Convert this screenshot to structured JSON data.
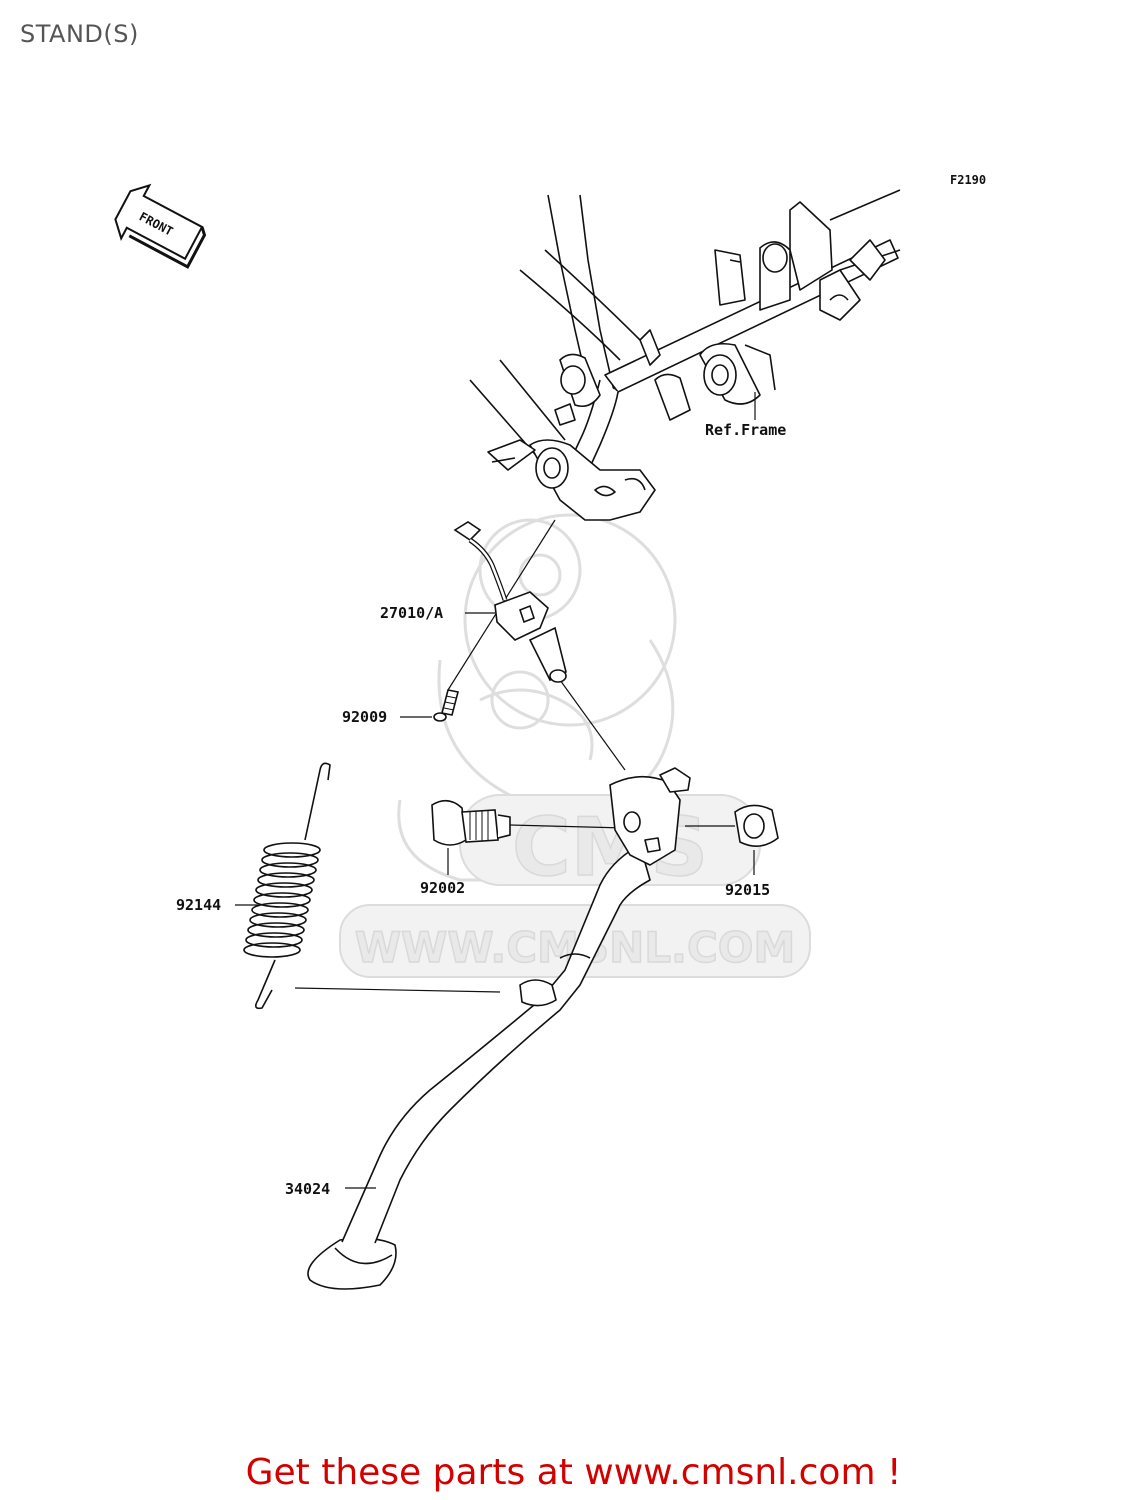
{
  "page": {
    "title": "STAND(S)"
  },
  "diagram": {
    "figure_code": "F2190",
    "front_marker": "FRONT",
    "ref_label": "Ref.Frame",
    "watermark": {
      "brand": "CMS",
      "site": "WWW.CMSNL.COM"
    },
    "parts": [
      {
        "number": "27010/A"
      },
      {
        "number": "92009"
      },
      {
        "number": "92002"
      },
      {
        "number": "92015"
      },
      {
        "number": "92144"
      },
      {
        "number": "34024"
      }
    ]
  },
  "footer": {
    "cta": "Get these parts at www.cmsnl.com !"
  },
  "colors": {
    "cta": "#d40000",
    "title": "#555555",
    "line": "#111111",
    "watermark": "#d9d9d9"
  }
}
